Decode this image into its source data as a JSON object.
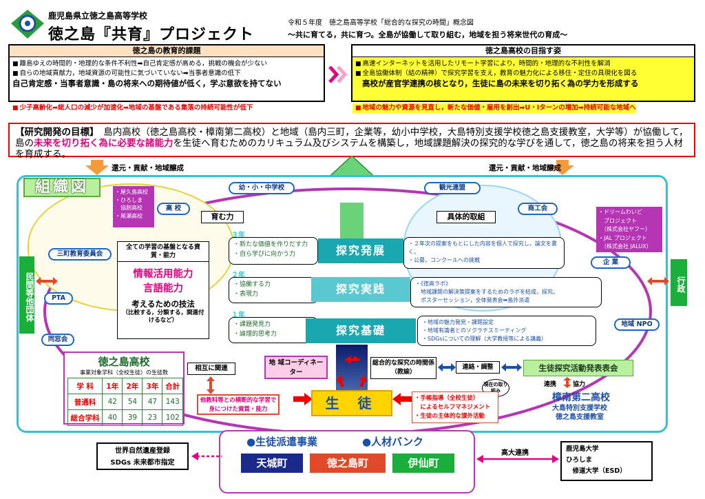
{
  "header": {
    "school": "鹿児島県立徳之島高等学校",
    "title": "徳之島『共育』プロジェクト",
    "concept": "令和５年度　徳之島高等学校「総合的な探究の時間」概念図",
    "slogan": "～共に育てる，共に育つ。全島が協働して取り組む，地域を担う将来世代の育成～"
  },
  "issues": {
    "title": "徳之島の教育的課題",
    "items": [
      "離島ゆえの時間的・地理的な条件不利性➡自己肯定感が高める，挑戦の機会が少ない",
      "自らの地域貢献力，地域資源の可能性に気づいていない➡当事者意識の低下"
    ],
    "summary": "自己肯定感・当事者意識・島の将来への期待値が低く，学ぶ意欲を持てない",
    "alert": "少子高齢化➡総人口の減少が加速化➡地域の基盤である集落の持続可能性が低下"
  },
  "goals": {
    "title": "徳之島高校の目指す姿",
    "items": [
      "高速インターネットを活用したリモート学習により，時間的・地理的な不利性を解消",
      "全島協働体制（結の精神）で探究学習を支え，教育の魅力化による移住・定住の具現化を図る"
    ],
    "summary": "高校が産官学連携の核となり，生徒に島の未来を切り拓く為の学力を形成する",
    "alert": "地域の魅力や資源を見直し，新たな価値・雇用を創出➡U・Iターンの増加➡持続可能な地域へ"
  },
  "research": {
    "label": "【研究開発の目標】",
    "text1": "　島内高校（徳之島高校・樟南第二高校）と地域（島内三町，企業等，幼小中学校，大島特別支援学校徳之島支援教室，大学等）が協働して，島の",
    "highlight": "未来を切り拓く為に必要な諸能力",
    "text2": "を生徒へ育むためのカリキュラム及びシステムを構築し，地域課題解決の探究的な学びを通して，徳之島の将来を担う人材を育成する。"
  },
  "return_label": "還元・貢献・地域醸成",
  "org_label": "組織図",
  "nodes": {
    "kindergarten": "幼・小・中学校",
    "tourism": "観光連盟",
    "commerce": "商工会",
    "high_school": "高 校",
    "three_town": "三町教育委員会",
    "pta": "PTA",
    "alumni": "同窓会",
    "enterprise": "企 業",
    "npo": "地域 NPO",
    "private": "民間等他団体",
    "admin": "行政"
  },
  "hs_list": [
    "・屋久島高校",
    "・ひろしま",
    "　協創高校",
    "・尾瀬高校"
  ],
  "company_list": [
    "・ドリームわいど",
    "　プロジェクト",
    "　（株式会社ヤフー）",
    "・JAL プロジェクト",
    "　（株式会社 JALUX）"
  ],
  "nurture": {
    "title": "育む力",
    "foundation_title": "全ての学習の基盤となる資質・能力",
    "info_skill": "情報活用能力",
    "lang_skill": "言語能力",
    "think_title": "考えるための技法",
    "think_detail": "（比較する，分類する，関連付けるなど）"
  },
  "concrete_title": "具体的取組",
  "tiers": [
    {
      "year": "３年",
      "band": "探究発展",
      "skills": [
        "・新たな価値を作りだす力",
        "・自ら学びに向かう力"
      ],
      "acts": [
        "・２年次の提案をもとにした内容を個人で探究し，論文を書く。",
        "・公募，コンクールへの挑戦"
      ]
    },
    {
      "year": "２年",
      "band": "探究実践",
      "skills": [
        "・協働する力",
        "・表現力"
      ],
      "acts": [
        "・《徳高ラボ》",
        "　地域課題の解決策提案をするためのラボを結成，探究。",
        "　ポスターセッション，全体発表会➡島外派遣"
      ]
    },
    {
      "year": "１年",
      "band": "探究基礎",
      "skills": [
        "・課題発見力",
        "・論理的思考力"
      ],
      "acts": [
        "・地域の魅力発見・課題設定",
        "・地域有識者とのソクラテスミーティング",
        "・SDGsについての理解（大学教授等による講義）"
      ]
    }
  ],
  "school_box": {
    "title": "徳之島高校",
    "subtitle": "事業対象学科（全校生徒）の生徒数",
    "header": [
      "学 科",
      "1年",
      "2年",
      "3年",
      "合計"
    ],
    "rows": [
      [
        "普通科",
        "42",
        "54",
        "47",
        "143"
      ],
      [
        "総合学科",
        "40",
        "39",
        "23",
        "102"
      ]
    ]
  },
  "mutual": "相互に関連",
  "cross_subject": "他教科等との横断的な学習で身につけた資質・能力",
  "coordinator": "地 域コーディネーター",
  "sogo": "総合的な探究の時間係（教諭）",
  "renraku": "連絡・調整",
  "student": "生 徒",
  "current": "現在の取り組み",
  "guidance": [
    "・手帳指導（全校生徒）",
    "　によるセルフマネジメント",
    "・生徒の主体的な課外活動"
  ],
  "presentation": "生徒探究活動発表表会",
  "cooperation": "連携",
  "kyoryoku": "協力",
  "shonan": "樟南第二高校",
  "oshima": [
    "大島特別支援学校",
    "徳之島支援教室"
  ],
  "dispatch": "●生徒派遣事業",
  "bank": "●人材バンク",
  "towns": [
    "天城町",
    "徳之島町",
    "伊仙町"
  ],
  "heritage": [
    "世界自然遺産登録",
    "SDGs 未来都市指定"
  ],
  "kodai": "高大連携",
  "universities": [
    "鹿児島大学",
    "ひろしま",
    "　修道大学（ESD）"
  ]
}
